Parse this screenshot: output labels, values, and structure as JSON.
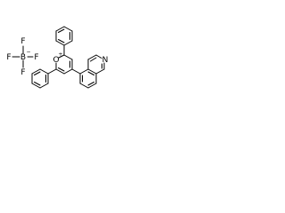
{
  "molecule": {
    "counterion": {
      "boron": "B",
      "charge_minus": "−",
      "fluorines": [
        "F",
        "F",
        "F",
        "F"
      ]
    },
    "pyrylium": {
      "oxygen": "O",
      "charge_plus": "+"
    },
    "isoquinoline": {
      "nitrogen": "N"
    }
  },
  "colors": {
    "ink": "#000000",
    "background": "#ffffff"
  }
}
